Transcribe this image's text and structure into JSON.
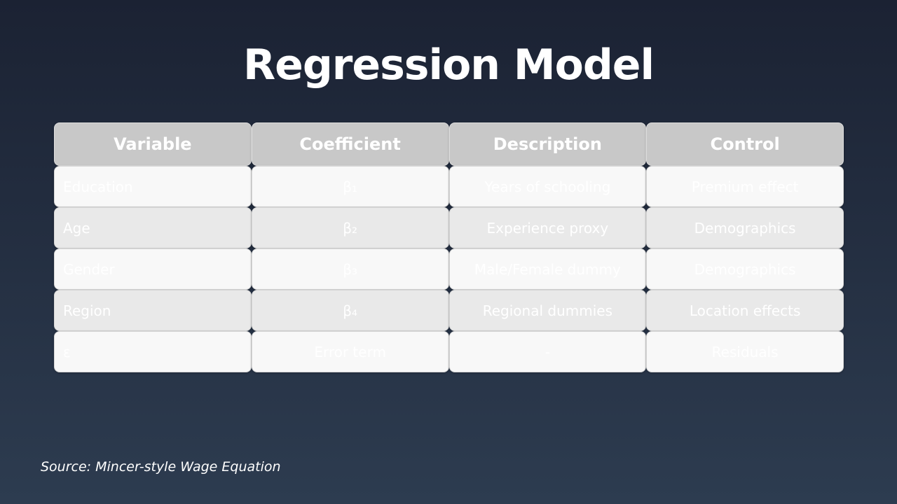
{
  "slide": {
    "title": "Regression Model",
    "source": "Source: Mincer-style Wage Equation"
  },
  "table": {
    "headers": [
      "Variable",
      "Coefficient",
      "Description",
      "Control"
    ],
    "rows": [
      [
        "Education",
        "β₁",
        "Years of schooling",
        "Premium effect"
      ],
      [
        "Age",
        "β₂",
        "Experience proxy",
        "Demographics"
      ],
      [
        "Gender",
        "β₃",
        "Male/Female dummy",
        "Demographics"
      ],
      [
        "Region",
        "β₄",
        "Regional dummies",
        "Location effects"
      ],
      [
        "ε",
        "Error term",
        "-",
        "Residuals"
      ]
    ]
  },
  "colors": {
    "background_top": "#1b2233",
    "background_bottom": "#2d3c50",
    "header_cell": "#c8c8c8",
    "row_light": "#f8f8f8",
    "row_alt": "#e9e9e9",
    "text": "#ffffff"
  }
}
